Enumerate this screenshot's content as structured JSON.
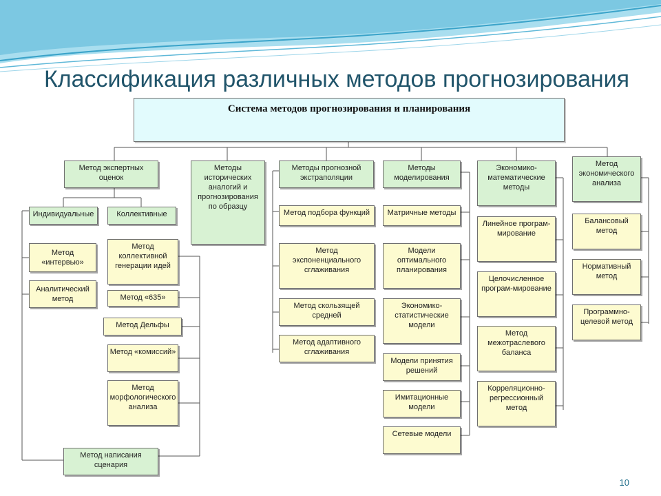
{
  "title": "Классификация различных методов прогнозирования",
  "page_number": "10",
  "colors": {
    "title": "#20546a",
    "green_box": "#d8f2d3",
    "yellow_box": "#fdfbd0",
    "root_box": "#e2fbfd",
    "wave": "#5fb8d8"
  },
  "diagram": {
    "root": "Система методов прогнозирования и планирования",
    "categories": [
      {
        "label": "Метод экспертных оценок"
      },
      {
        "label": "Методы исторических аналогий и прогнозирования по образцу"
      },
      {
        "label": "Методы прогнозной экстраполяции"
      },
      {
        "label": "Методы моделирования"
      },
      {
        "label": "Экономико-математические методы"
      },
      {
        "label": "Метод экономического анализа"
      }
    ],
    "expert": {
      "individual": "Индивидуальные",
      "collective": "Коллективные",
      "individual_items": [
        "Метод «интервью»",
        "Аналитический метод"
      ],
      "collective_items": [
        "Метод коллективной генерации идей",
        "Метод «635»",
        "Метод Дельфы",
        "Метод «комиссий»",
        "Метод морфологического анализа"
      ],
      "scenario": "Метод написания сценария"
    },
    "extrapolation_items": [
      "Метод подбора функций",
      "Метод экспоненциального сглаживания",
      "Метод скользящей средней",
      "Метод адаптивного сглаживания"
    ],
    "modeling_items": [
      "Матричные методы",
      "Модели оптимального планирования",
      "Экономико-статистические модели",
      "Модели принятия решений",
      "Имитационные модели",
      "Сетевые модели"
    ],
    "econmath_items": [
      "Линейное програм-мирование",
      "Целочисленное програм-мирование",
      "Метод межотраслевого баланса",
      "Корреляционно-регрессионный метод"
    ],
    "econanalysis_items": [
      "Балансовый метод",
      "Нормативный метод",
      "Программно-целевой метод"
    ]
  }
}
